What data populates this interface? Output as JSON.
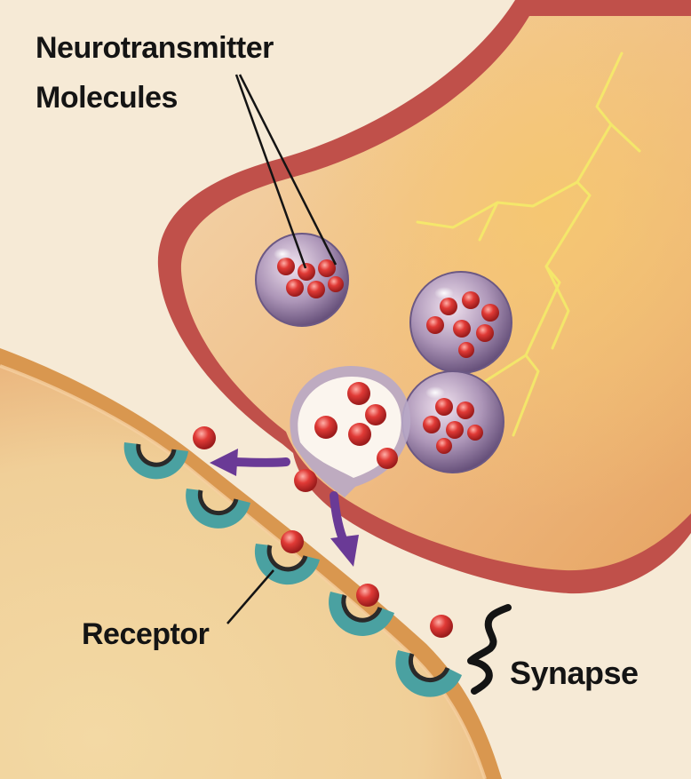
{
  "labels": {
    "neurotransmitter": "Neurotransmitter",
    "molecules": "Molecules",
    "receptor": "Receptor",
    "synapse": "Synapse"
  },
  "colors": {
    "background": "#f6ead6",
    "presynaptic_membrane": "#c0504a",
    "postsynaptic_membrane": "#e9b27e",
    "vesicle": "#8d7a9b",
    "neurotransmitter": "#d92f2f",
    "receptor": "#4aa1a1",
    "electric_signal": "#f4e96a",
    "arrow": "#6a3a96"
  },
  "icons": {
    "vesicles": "vesicle-icon",
    "molecules": "molecule-icon",
    "receptors": "receptor-icon",
    "arrows": "release-arrow-icon",
    "synapse_bracket": "curly-bracket-icon",
    "lightning": "lightning-icon"
  }
}
